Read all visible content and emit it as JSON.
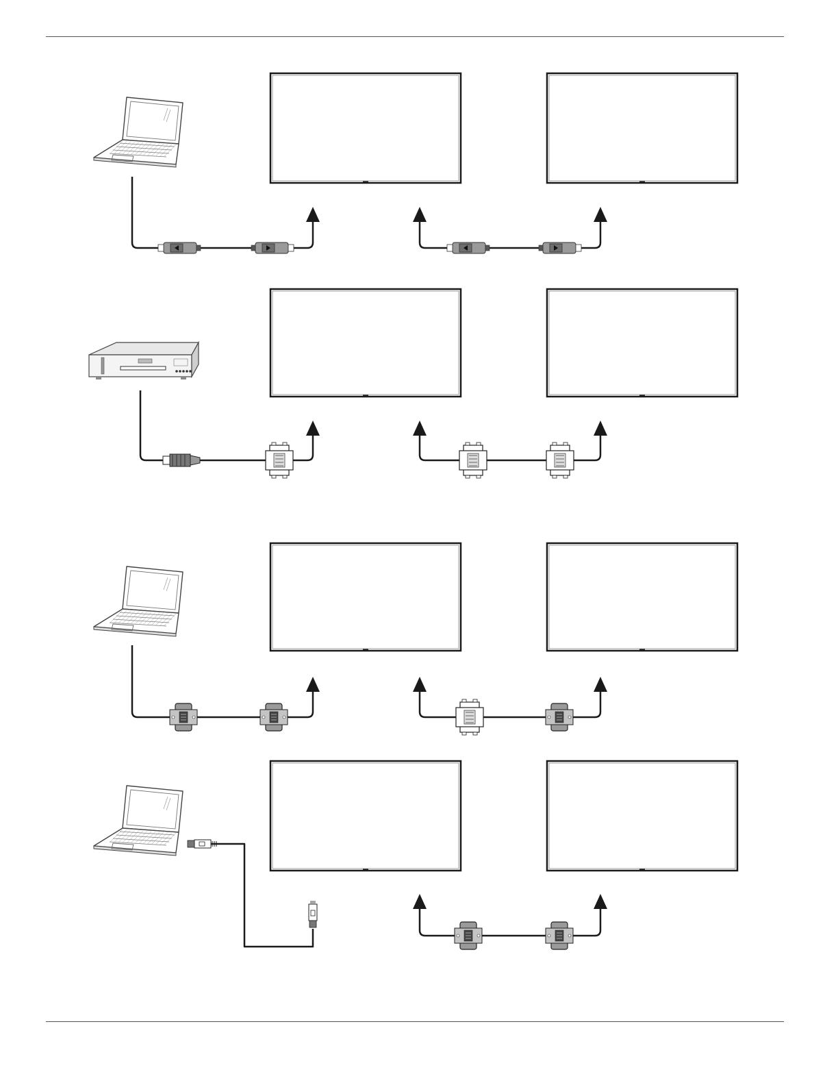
{
  "page": {
    "background": "#ffffff",
    "line_color": "#1a1a1a",
    "connector_fill": "#9a9a9a"
  },
  "rows": [
    {
      "source": "laptop-icon",
      "cable": "displayport",
      "connections": [
        "source-to-display-1",
        "display-1-to-display-2"
      ]
    },
    {
      "source": "dvd-player-icon",
      "cable": "hdmi-to-dvi",
      "connections": [
        "source-to-display-1",
        "display-1-to-display-2"
      ]
    },
    {
      "source": "laptop-icon",
      "cable": "vga",
      "connections": [
        "source-to-display-1",
        "display-1-to-display-2"
      ]
    },
    {
      "source": "laptop-icon",
      "cable": "rs232-and-rj45",
      "connections": [
        "source-to-display-1",
        "display-1-to-display-2"
      ]
    }
  ]
}
